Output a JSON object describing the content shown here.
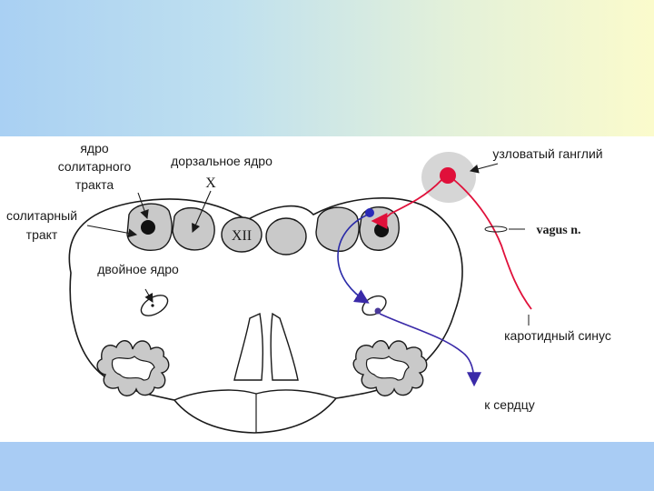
{
  "labels": {
    "solitary_nucleus_line1": "ядро",
    "solitary_nucleus_line2": "солитарного",
    "solitary_nucleus_line3": "тракта",
    "dorsal_nucleus": "дорзальное ядро",
    "roman_x": "X",
    "solitary_tract_line1": "солитарный",
    "solitary_tract_line2": "тракт",
    "roman_xii": "XII",
    "nucleus_ambiguus": "двойное ядро",
    "nodose_ganglion": "узловатый ганглий",
    "vagus_nerve": "vagus n.",
    "carotid_sinus": "каротидный синус",
    "to_heart": "к сердцу"
  },
  "colors": {
    "afferent": "#e0103a",
    "efferent": "#2a2aa8",
    "nucleus_fill": "#c9c9c9",
    "ganglion_fill": "#d6d6d6",
    "outline": "#1a1a1a"
  }
}
